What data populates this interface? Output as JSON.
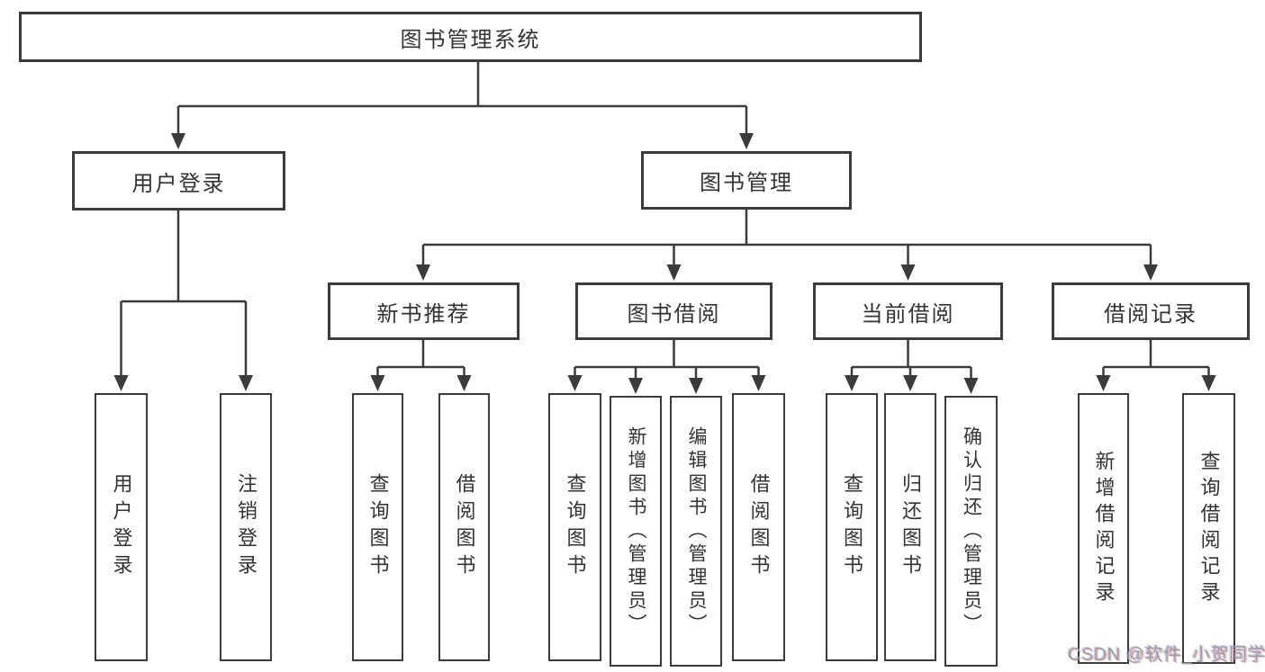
{
  "nodes": {
    "root": "图书管理系统",
    "level1": [
      "用户登录",
      "图书管理"
    ],
    "level2": [
      "新书推荐",
      "图书借阅",
      "当前借阅",
      "借阅记录"
    ],
    "leaves": [
      "用户登录",
      "注销登录",
      "查询图书",
      "借阅图书",
      "查询图书",
      "新增图书（管理员）",
      "编辑图书（管理员）",
      "借阅图书",
      "查询图书",
      "归还图书",
      "确认归还（管理员）",
      "新增借阅记录",
      "查询借阅记录"
    ]
  },
  "tree": {
    "label": "图书管理系统",
    "children": [
      {
        "label": "用户登录",
        "children": [
          {
            "label": "用户登录"
          },
          {
            "label": "注销登录"
          }
        ]
      },
      {
        "label": "图书管理",
        "children": [
          {
            "label": "新书推荐",
            "children": [
              {
                "label": "查询图书"
              },
              {
                "label": "借阅图书"
              }
            ]
          },
          {
            "label": "图书借阅",
            "children": [
              {
                "label": "查询图书"
              },
              {
                "label": "新增图书（管理员）"
              },
              {
                "label": "编辑图书（管理员）"
              },
              {
                "label": "借阅图书"
              }
            ]
          },
          {
            "label": "当前借阅",
            "children": [
              {
                "label": "查询图书"
              },
              {
                "label": "归还图书"
              },
              {
                "label": "确认归还（管理员）"
              }
            ]
          },
          {
            "label": "借阅记录",
            "children": [
              {
                "label": "新增借阅记录"
              },
              {
                "label": "查询借阅记录"
              }
            ]
          }
        ]
      }
    ]
  },
  "watermark": "CSDN @软件_小贺同学",
  "colors": {
    "background": "#ffffff",
    "box_fill": "#ffffff",
    "box_border": "#3b3b3b",
    "line": "#3b3b3b",
    "text": "#333333",
    "watermark": "#9e9e9e"
  }
}
